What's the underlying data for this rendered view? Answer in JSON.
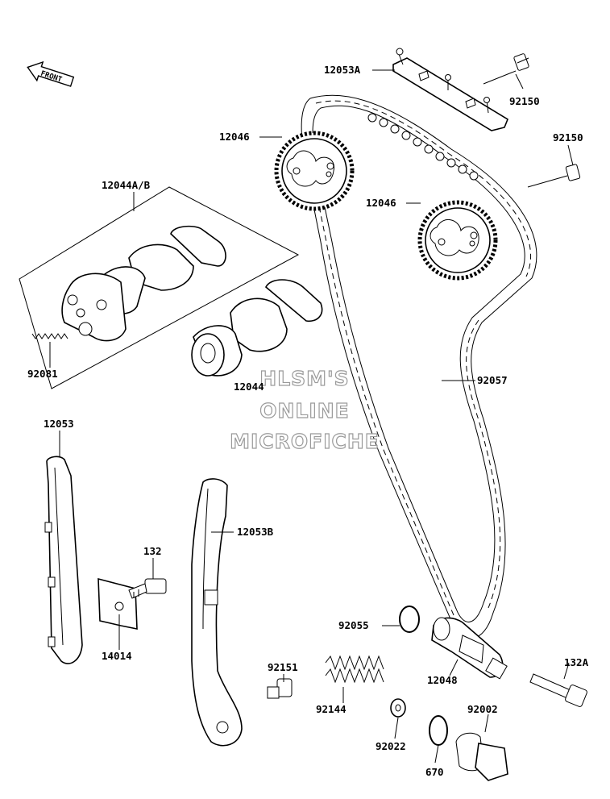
{
  "diagram": {
    "front_label": "FRONT",
    "watermark": [
      "HLSM'S",
      "ONLINE",
      "MICROFICHE"
    ],
    "parts": [
      {
        "id": "p-12053a",
        "number": "12053A"
      },
      {
        "id": "p-92150-top",
        "number": "92150"
      },
      {
        "id": "p-12046-top",
        "number": "12046"
      },
      {
        "id": "p-92150-right",
        "number": "92150"
      },
      {
        "id": "p-12044ab",
        "number": "12044A/B"
      },
      {
        "id": "p-12046-right",
        "number": "12046"
      },
      {
        "id": "p-92081",
        "number": "92081"
      },
      {
        "id": "p-12044",
        "number": "12044"
      },
      {
        "id": "p-92057",
        "number": "92057"
      },
      {
        "id": "p-12053",
        "number": "12053"
      },
      {
        "id": "p-12053b",
        "number": "12053B"
      },
      {
        "id": "p-132",
        "number": "132"
      },
      {
        "id": "p-14014",
        "number": "14014"
      },
      {
        "id": "p-92055",
        "number": "92055"
      },
      {
        "id": "p-132a",
        "number": "132A"
      },
      {
        "id": "p-92151",
        "number": "92151"
      },
      {
        "id": "p-12048",
        "number": "12048"
      },
      {
        "id": "p-92144",
        "number": "92144"
      },
      {
        "id": "p-92002",
        "number": "92002"
      },
      {
        "id": "p-92022",
        "number": "92022"
      },
      {
        "id": "p-670",
        "number": "670"
      }
    ]
  }
}
